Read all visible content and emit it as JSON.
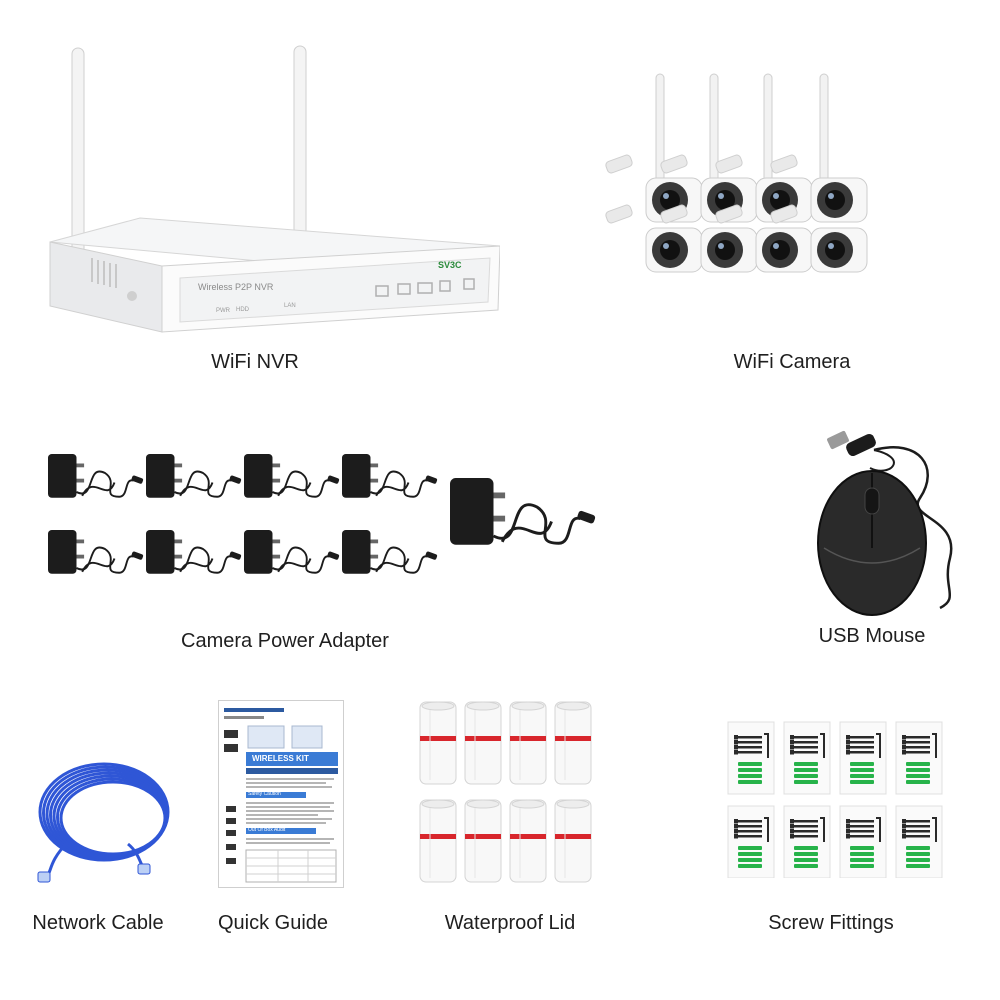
{
  "labels": {
    "nvr": "WiFi NVR",
    "camera": "WiFi Camera",
    "adapter": "Camera Power Adapter",
    "mouse": "USB Mouse",
    "cable": "Network Cable",
    "guide": "Quick Guide",
    "lid": "Waterproof Lid",
    "screws": "Screw Fittings"
  },
  "nvr_panel": {
    "title": "Wireless P2P NVR",
    "brand": "SV3C",
    "pwr": "PWR",
    "hdd": "HDD",
    "lan": "LAN"
  },
  "guide_text": {
    "banner": "WIRELESS KIT",
    "section1": "Safety Caution",
    "section2": "Out Of Box Audit"
  },
  "colors": {
    "cable_blue": "#2f56d6",
    "lid_red": "#d8262c",
    "screw_green": "#27b34a",
    "adapter_black": "#1c1c1c"
  }
}
